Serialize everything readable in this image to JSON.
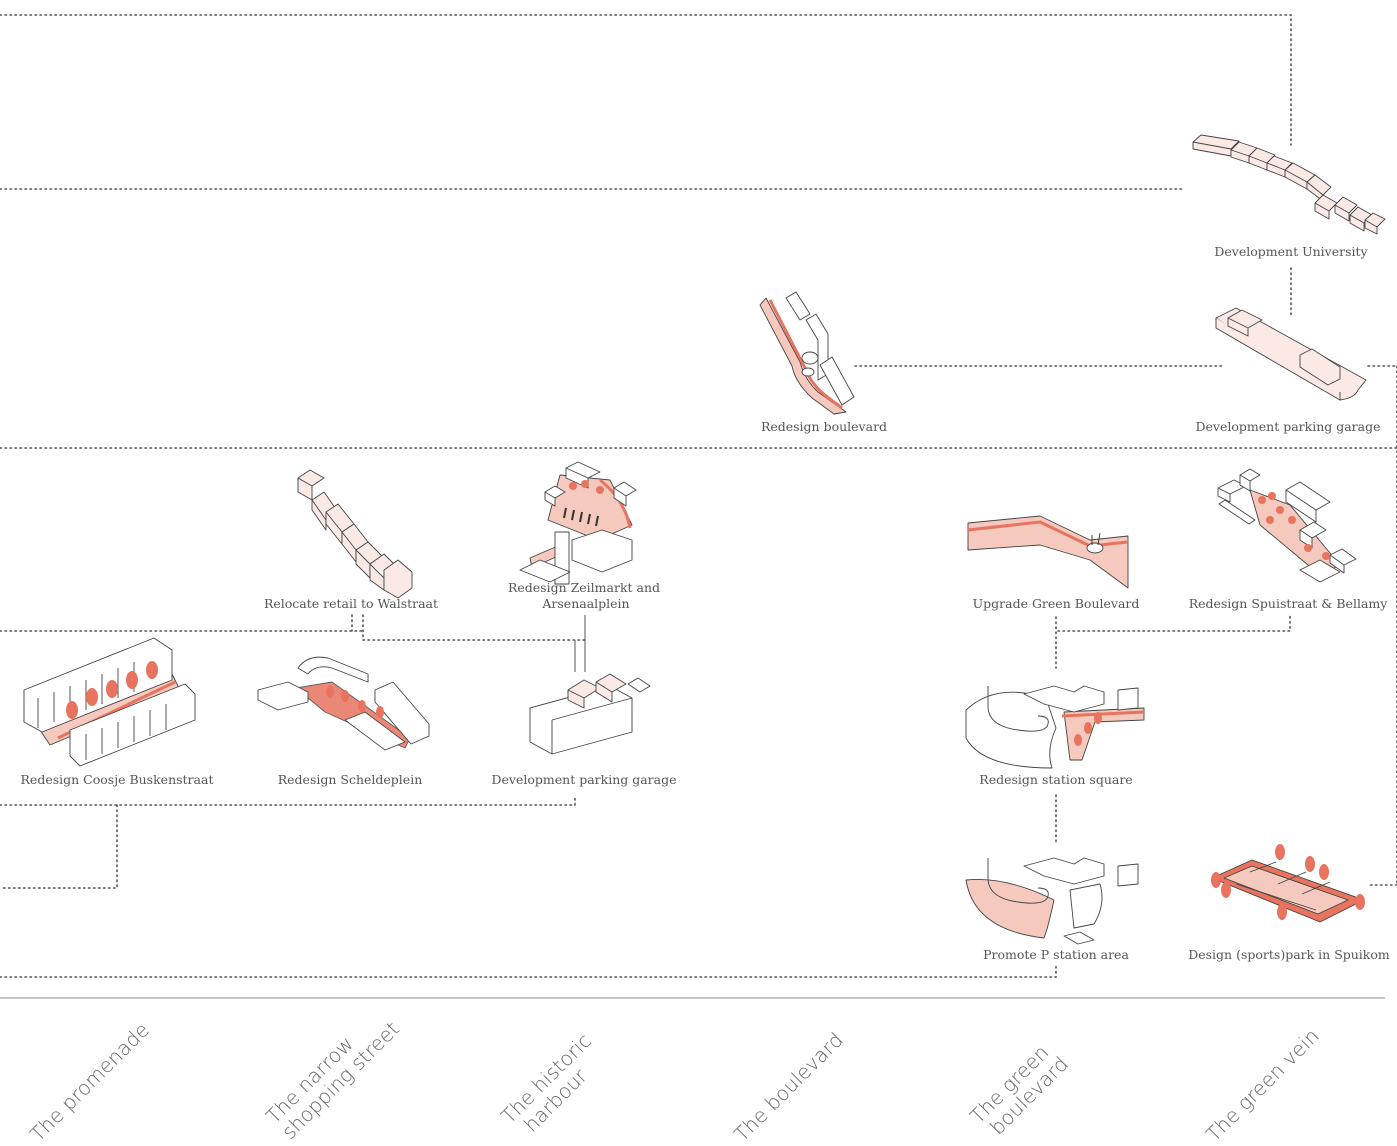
{
  "projects": {
    "dev_university": "Development University",
    "redesign_boulevard": "Redesign boulevard",
    "dev_parking_garage_right": "Development parking garage",
    "relocate_retail": "Relocate retail to Walstraat",
    "redesign_zeilmarkt_1": "Redesign Zeilmarkt and",
    "redesign_zeilmarkt_2": "Arsenaalplein",
    "upgrade_green_boulevard": "Upgrade Green Boulevard",
    "redesign_spuistraat": "Redesign Spuistraat & Bellamy",
    "redesign_coosje": "Redesign Coosje Buskenstraat",
    "redesign_scheldeplein": "Redesign Scheldeplein",
    "dev_parking_garage_mid": "Development parking garage",
    "redesign_station_square": "Redesign station square",
    "promote_p_station": "Promote P station area",
    "design_sportspark": "Design (sports)park in Spuikom"
  },
  "columns": {
    "promenade": "The promenade",
    "narrow_1": "The narrow",
    "narrow_2": "shopping street",
    "historic_1": "The historic",
    "historic_2": "harbour",
    "boulevard": "The boulevard",
    "green_boulevard_1": "The green",
    "green_boulevard_2": "boulevard",
    "green_vein": "The green vein"
  },
  "colors": {
    "accent": "#e8735f",
    "accent_light": "#f6c9be",
    "building_fill": "#fbe9e6",
    "line": "#555555"
  }
}
